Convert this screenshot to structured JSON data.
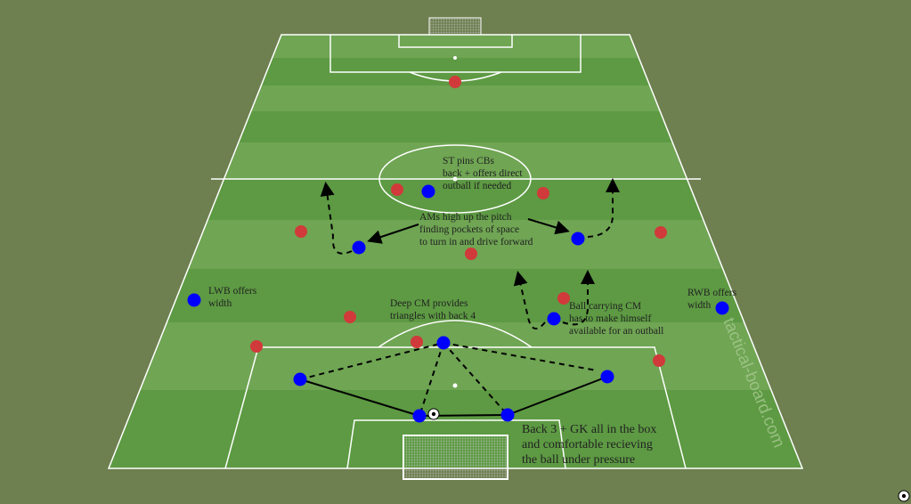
{
  "watermark": "tactical-board.com",
  "colors": {
    "background": "#6e7f50",
    "pitch_light": "#6fa553",
    "pitch_dark": "#5d9a43",
    "team_blue": "#0000ff",
    "team_red": "#d13a3a"
  },
  "notes": {
    "st": "ST pins CBs\nback + offers direct\noutball if needed",
    "ams": "AMs high up the pitch\nfinding pockets of space\nto turn in and drive forward",
    "lwb": "LWB offers\nwidth",
    "rwb": "RWB offers\nwidth",
    "deep_cm": "Deep CM provides\ntriangles with back 4",
    "ball_cm": "Ball carrying CM\nhas to make himself\navailable for an outball",
    "back3": "Back 3 + GK all in the box\nand comfortable recieving\nthe ball under pressure"
  },
  "icons": {
    "ball": "soccer-ball-icon"
  }
}
